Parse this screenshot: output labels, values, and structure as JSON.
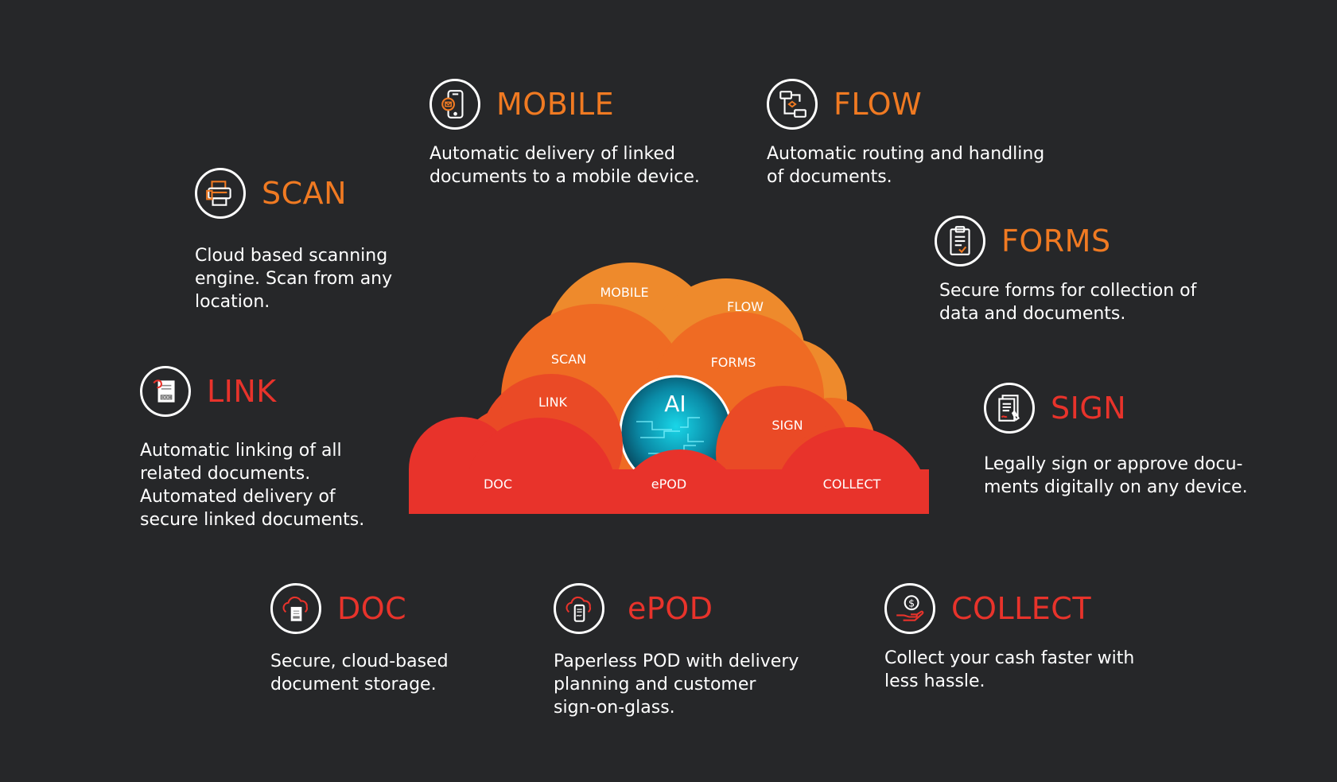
{
  "colors": {
    "background": "#262729",
    "orange": "#f07a22",
    "red": "#e8332b",
    "text": "#ffffff"
  },
  "features": {
    "scan": {
      "icon": "scanner-icon",
      "title": "SCAN",
      "desc_lines": [
        "Cloud based scanning",
        "engine. Scan from any",
        "location."
      ]
    },
    "mobile": {
      "icon": "mobile-phone-icon",
      "title": "MOBILE",
      "desc_lines": [
        "Automatic delivery of linked",
        "documents to a mobile device."
      ]
    },
    "flow": {
      "icon": "flowchart-icon",
      "title": "FLOW",
      "desc_lines": [
        "Automatic routing and handling",
        "of documents."
      ]
    },
    "forms": {
      "icon": "clipboard-form-icon",
      "title": "FORMS",
      "desc_lines": [
        "Secure forms for collection of",
        "data and documents."
      ]
    },
    "link": {
      "icon": "linked-document-icon",
      "title": "LINK",
      "desc_lines": [
        "Automatic linking of all",
        "related documents.",
        "Automated delivery of",
        "secure linked documents."
      ]
    },
    "sign": {
      "icon": "signed-document-icon",
      "title": "SIGN",
      "desc_lines": [
        "Legally sign or approve docu-",
        "ments digitally on any device."
      ]
    },
    "doc": {
      "icon": "cloud-document-icon",
      "title": "DOC",
      "desc_lines": [
        "Secure, cloud-based",
        "document storage."
      ]
    },
    "epod": {
      "icon": "cloud-epod-icon",
      "title": "ePOD",
      "desc_lines": [
        "Paperless POD with delivery",
        "planning and customer",
        "sign-on-glass."
      ]
    },
    "collect": {
      "icon": "dollar-hand-icon",
      "title": "COLLECT",
      "desc_lines": [
        "Collect your cash faster with",
        "less hassle."
      ]
    }
  },
  "cloud": {
    "labels": {
      "mobile": "MOBILE",
      "flow": "FLOW",
      "scan": "SCAN",
      "forms": "FORMS",
      "link": "LINK",
      "ai": "AI",
      "sign": "SIGN",
      "doc": "DOC",
      "epod": "ePOD",
      "collect": "COLLECT"
    }
  }
}
